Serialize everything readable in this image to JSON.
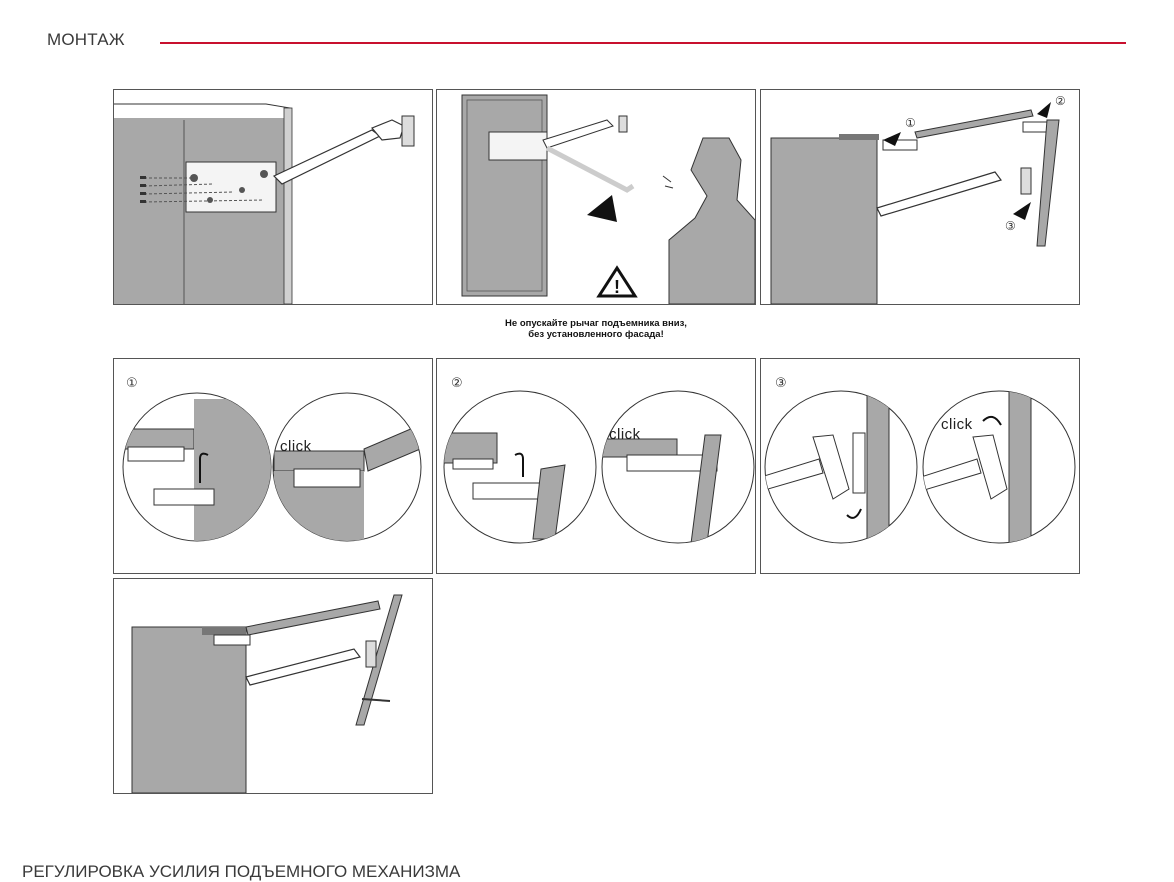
{
  "header": {
    "section_title": "МОНТАЖ",
    "accent_color": "#c8102e"
  },
  "warning": {
    "line1": "Не опускайте рычаг подъемника вниз,",
    "line2": "без установленного фасада!",
    "icon": "warning-triangle-icon"
  },
  "steps": {
    "marker_1": "①",
    "marker_2": "②",
    "marker_3": "③"
  },
  "click_labels": {
    "step1": "click",
    "step2": "click",
    "step3": "click"
  },
  "footer": {
    "next_section_title": "РЕГУЛИРОВКА УСИЛИЯ ПОДЪЕМНОГО МЕХАНИЗМА"
  },
  "colors": {
    "panel_gray": "#a8a8a8",
    "line_dark": "#333333"
  }
}
